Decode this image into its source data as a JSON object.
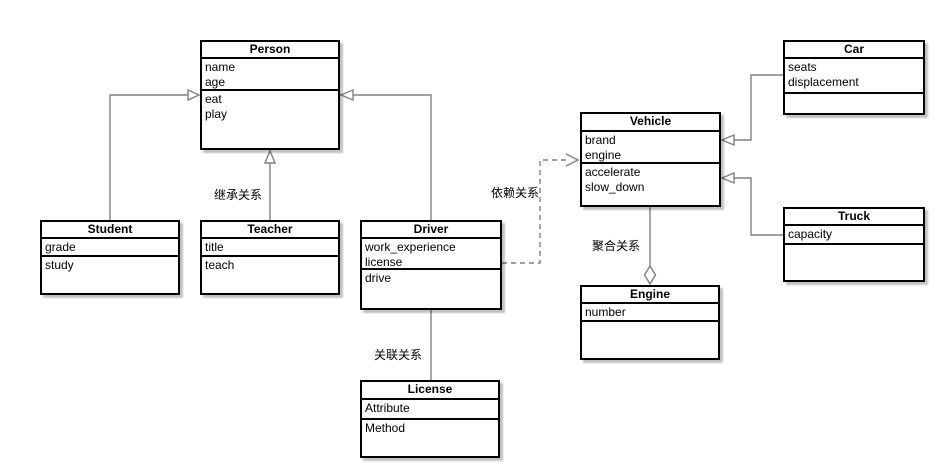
{
  "diagram_type": "uml-class-diagram",
  "classes": {
    "person": {
      "title": "Person",
      "attributes": [
        "name",
        "age"
      ],
      "methods": [
        "eat",
        "play"
      ]
    },
    "student": {
      "title": "Student",
      "attributes": [
        "grade"
      ],
      "methods": [
        "study"
      ]
    },
    "teacher": {
      "title": "Teacher",
      "attributes": [
        "title"
      ],
      "methods": [
        "teach"
      ]
    },
    "driver": {
      "title": "Driver",
      "attributes": [
        "work_experience",
        "license"
      ],
      "methods": [
        "drive"
      ]
    },
    "license": {
      "title": "License",
      "attributes": [
        "Attribute"
      ],
      "methods": [
        "Method"
      ]
    },
    "vehicle": {
      "title": "Vehicle",
      "attributes": [
        "brand",
        "engine"
      ],
      "methods": [
        "accelerate",
        "slow_down"
      ]
    },
    "car": {
      "title": "Car",
      "attributes": [
        "seats",
        "displacement"
      ],
      "methods": []
    },
    "truck": {
      "title": "Truck",
      "attributes": [
        "capacity"
      ],
      "methods": []
    },
    "engine": {
      "title": "Engine",
      "attributes": [
        "number"
      ],
      "methods": []
    }
  },
  "labels": {
    "inheritance": "继承关系",
    "dependency": "依赖关系",
    "association": "关联关系",
    "aggregation": "聚合关系"
  },
  "relationships": [
    {
      "from": "Student",
      "to": "Person",
      "type": "inheritance"
    },
    {
      "from": "Teacher",
      "to": "Person",
      "type": "inheritance",
      "label": "继承关系"
    },
    {
      "from": "Driver",
      "to": "Person",
      "type": "inheritance"
    },
    {
      "from": "Driver",
      "to": "Vehicle",
      "type": "dependency",
      "label": "依赖关系"
    },
    {
      "from": "Driver",
      "to": "License",
      "type": "association",
      "label": "关联关系"
    },
    {
      "from": "Vehicle",
      "to": "Engine",
      "type": "aggregation",
      "label": "聚合关系"
    },
    {
      "from": "Car",
      "to": "Vehicle",
      "type": "inheritance"
    },
    {
      "from": "Truck",
      "to": "Vehicle",
      "type": "inheritance"
    }
  ],
  "colors": {
    "connector": "#808080",
    "box_border": "#000000",
    "background": "#ffffff",
    "arrowhead_fill": "#ffffff"
  }
}
